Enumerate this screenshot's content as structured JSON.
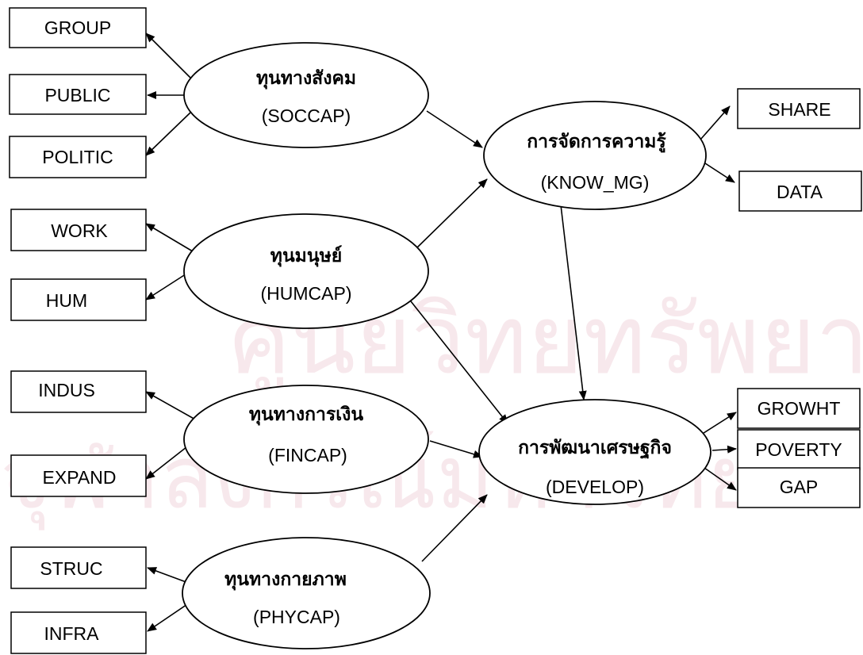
{
  "watermark": {
    "line1": "ศูนย์วิทยทรัพยากร",
    "line2": "จุฬาลงกรณ์มหาวิทยาลัย"
  },
  "latent": {
    "soccap": {
      "thai": "ทุนทางสังคม",
      "code": "(SOCCAP)"
    },
    "humcap": {
      "thai": "ทุนมนุษย์",
      "code": "(HUMCAP)"
    },
    "fincap": {
      "thai": "ทุนทางการเงิน",
      "code": "(FINCAP)"
    },
    "phycap": {
      "thai": "ทุนทางกายภาพ",
      "code": "(PHYCAP)"
    },
    "know_mg": {
      "thai": "การจัดการความรู้",
      "code": "(KNOW_MG)"
    },
    "develop": {
      "thai": "การพัฒนาเศรษฐกิจ",
      "code": "(DEVELOP)"
    }
  },
  "observed": {
    "group": "GROUP",
    "public": "PUBLIC",
    "politic": "POLITIC",
    "work": "WORK",
    "hum": "HUM",
    "indus": "INDUS",
    "expand": "EXPAND",
    "struc": "STRUC",
    "infra": "INFRA",
    "share": "SHARE",
    "data": "DATA",
    "growht": "GROWHT",
    "poverty": "POVERTY",
    "gap": "GAP"
  }
}
